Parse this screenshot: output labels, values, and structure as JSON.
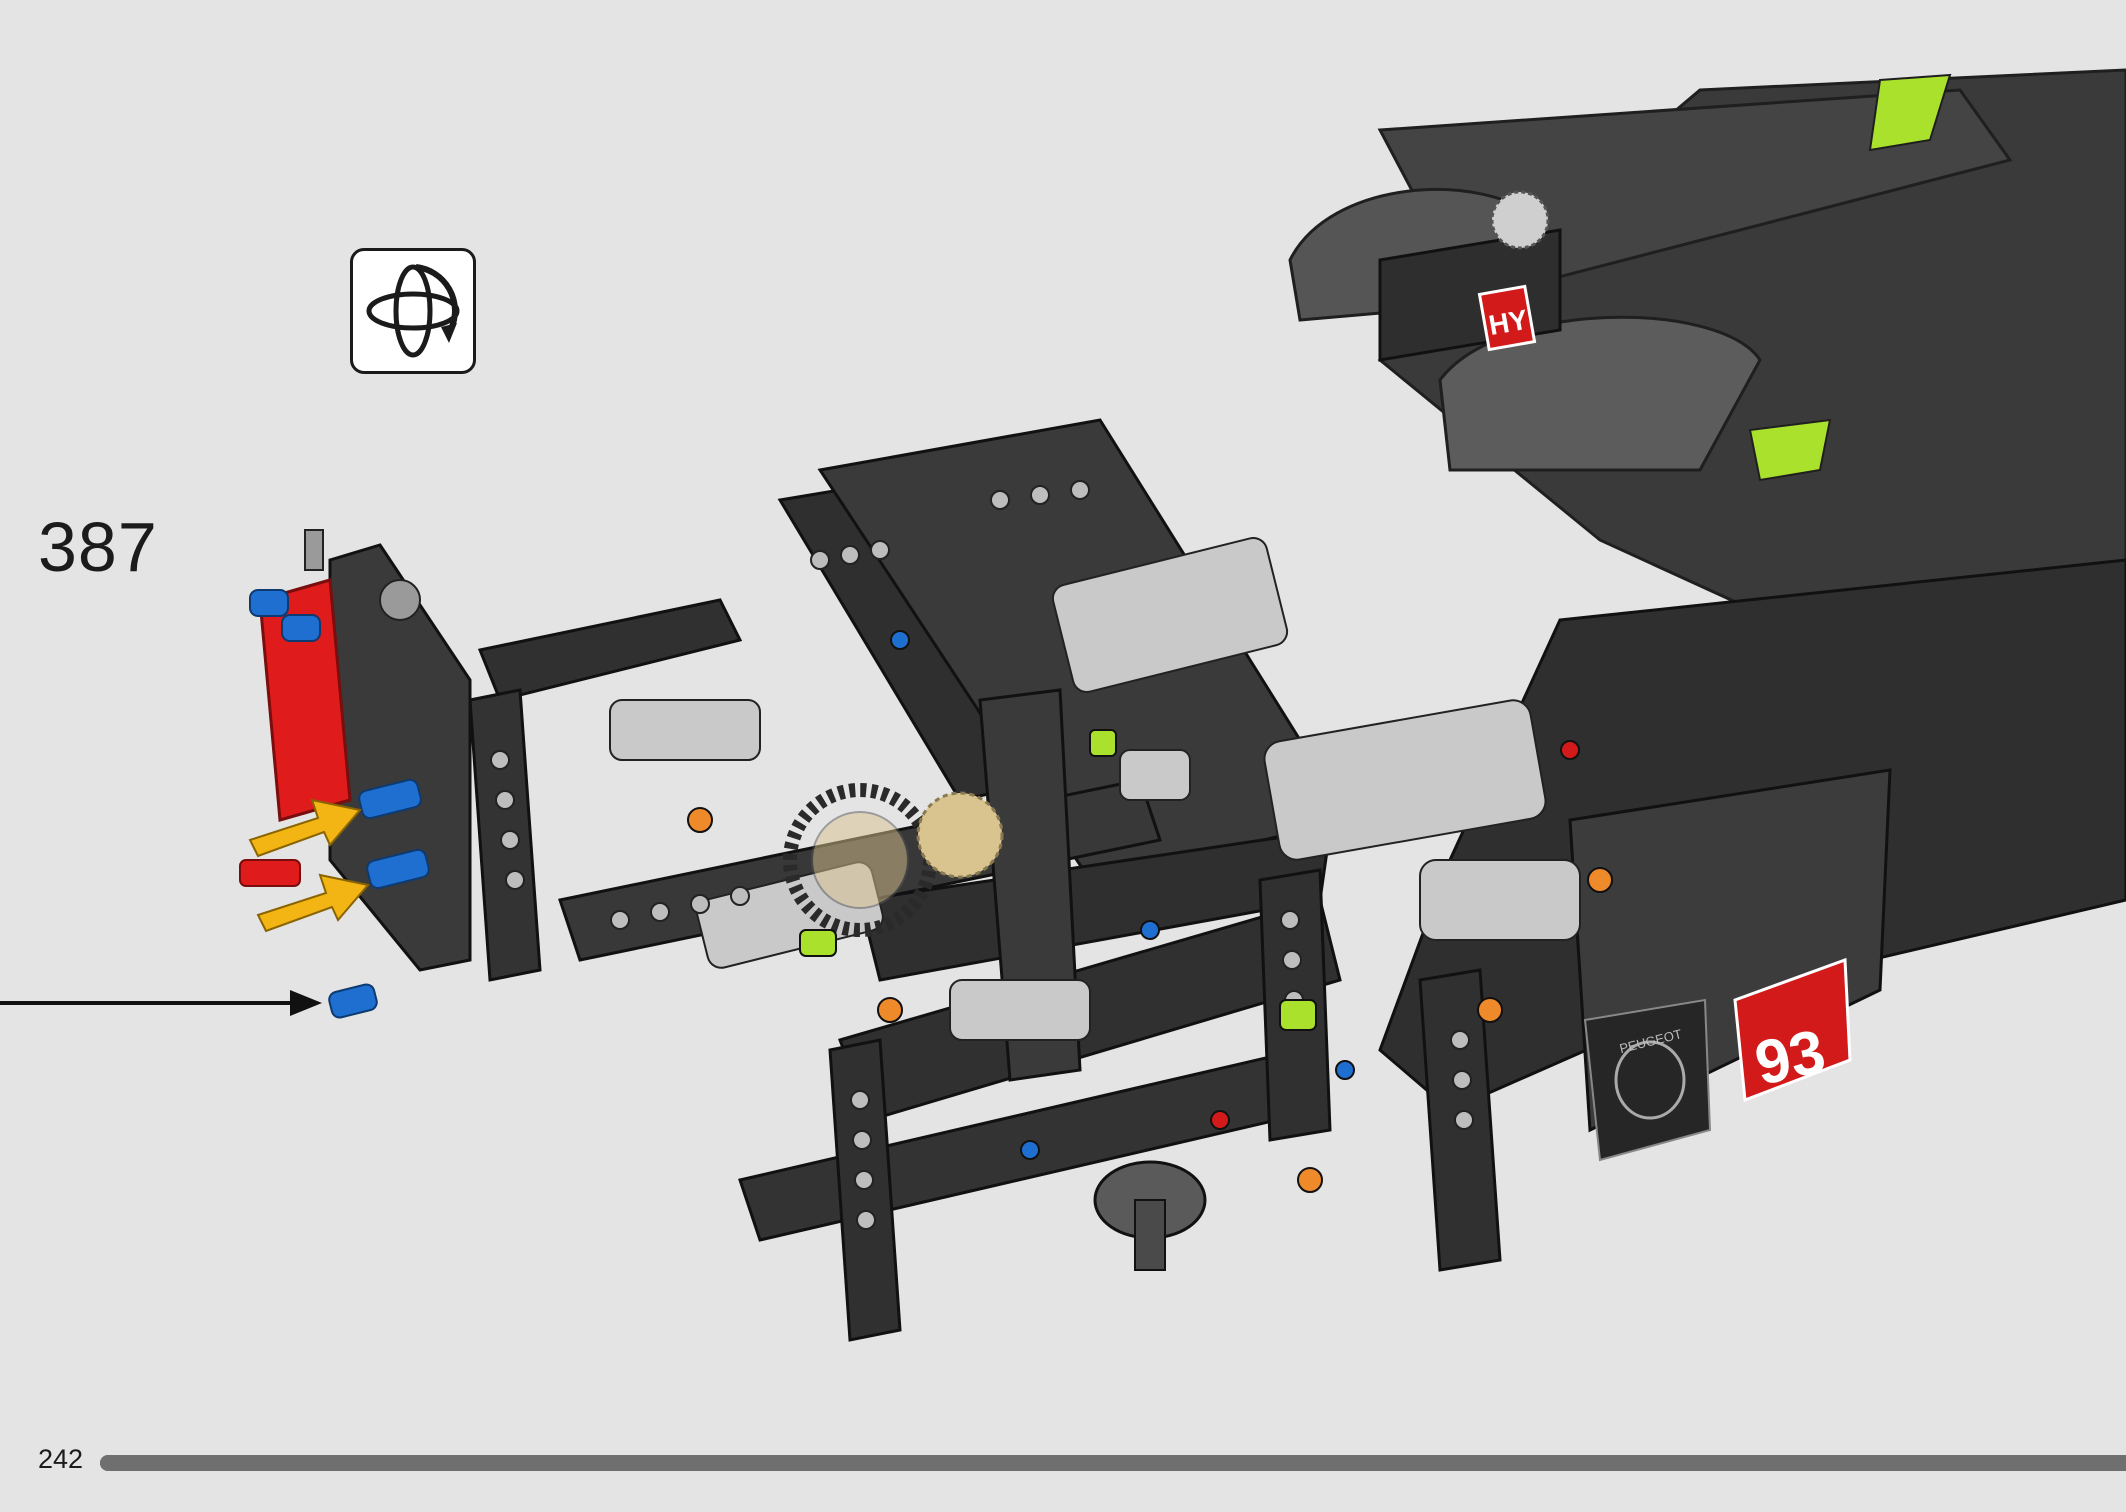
{
  "step": {
    "number": "387"
  },
  "page": {
    "number": "242"
  },
  "progress": {
    "fraction": 1.0
  },
  "icons": {
    "rotate": "rotate-model-icon",
    "callout_arrow": "insert-arrow-icon"
  },
  "decals": {
    "race_number": "93",
    "hy_badge": "HY",
    "brand": "PEUGEOT"
  },
  "colors": {
    "background": "#e4e4e4",
    "frame_dark": "#2f2f2f",
    "frame_mid": "#5a5a5a",
    "frame_light": "#bdbdbd",
    "lime": "#a9e12c",
    "red_part": "#e01b1b",
    "blue_pin": "#1f6fd0",
    "arrow_yellow": "#f3b514",
    "orange": "#ef8a2b",
    "tan": "#d9c48f"
  }
}
